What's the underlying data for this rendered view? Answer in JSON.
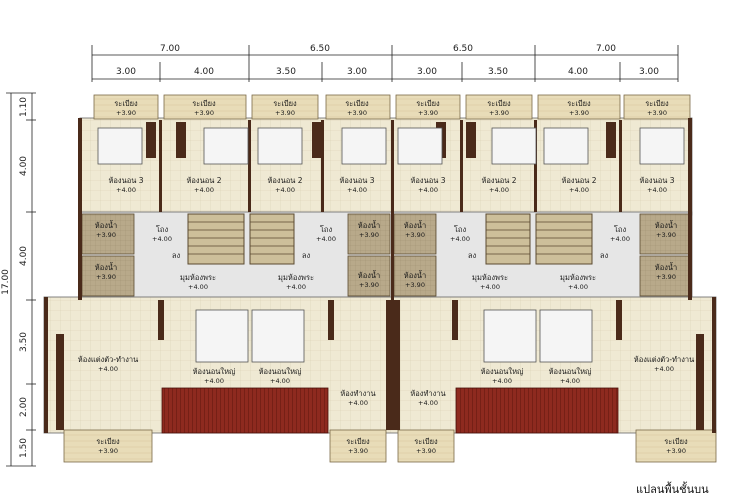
{
  "caption": "แปลนพื้นชั้นบน",
  "dimensions": {
    "top_overall": [
      "7.00",
      "6.50",
      "6.50",
      "7.00"
    ],
    "top_segments": [
      "3.00",
      "4.00",
      "3.50",
      "3.00",
      "3.00",
      "3.50",
      "4.00",
      "3.00"
    ],
    "left_overall": "17.00",
    "left_segments": [
      "1.10",
      "4.00",
      "4.00",
      "3.50",
      "2.00",
      "1.50"
    ]
  },
  "labels": {
    "balcony": "ระเบียง",
    "bedroom_2": "ห้องนอน 2",
    "bedroom_3": "ห้องนอน 3",
    "bathroom": "ห้องน้ำ",
    "hall": "โถง",
    "shrine": "มุมห้องพระ",
    "master_bedroom": "ห้องนอนใหญ่",
    "dressing_work": "ห้องแต่งตัว-ทำงาน",
    "work_room": "ห้องทำงาน",
    "stair": "ลง"
  },
  "levels": {
    "balcony": "+3.90",
    "floor": "+4.00"
  }
}
